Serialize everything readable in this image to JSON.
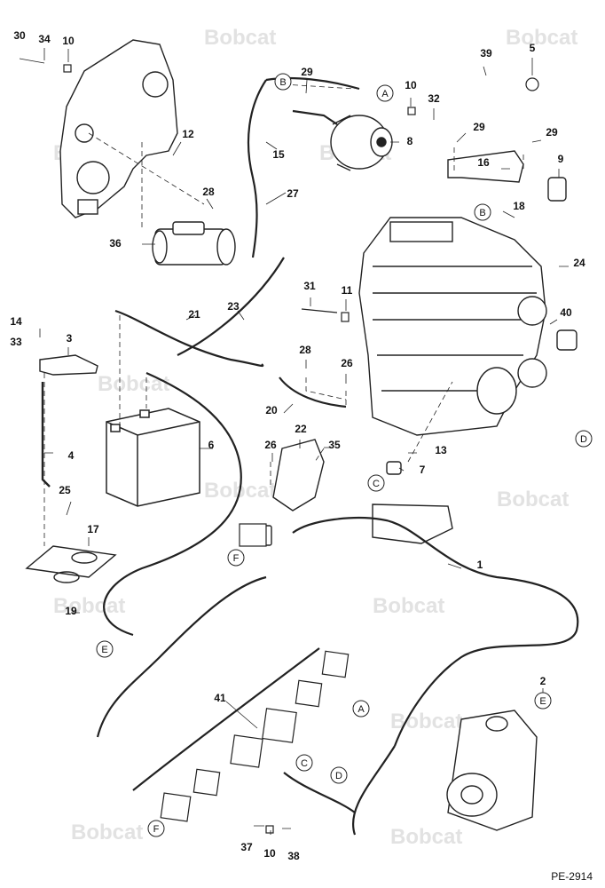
{
  "watermark": "Bobcat",
  "drawing_code": "PE-2914",
  "part_callouts": [
    "30",
    "34",
    "10",
    "29",
    "10",
    "32",
    "39",
    "5",
    "12",
    "27",
    "15",
    "8",
    "29",
    "29",
    "16",
    "9",
    "28",
    "36",
    "18",
    "24",
    "31",
    "11",
    "14",
    "33",
    "3",
    "21",
    "23",
    "28",
    "26",
    "40",
    "4",
    "20",
    "13",
    "7",
    "22",
    "26",
    "35",
    "6",
    "25",
    "17",
    "19",
    "1",
    "41",
    "2",
    "37",
    "10",
    "38"
  ],
  "connector_callouts": [
    "A",
    "B",
    "B",
    "C",
    "D",
    "E",
    "F",
    "A",
    "C",
    "D",
    "E",
    "F"
  ]
}
